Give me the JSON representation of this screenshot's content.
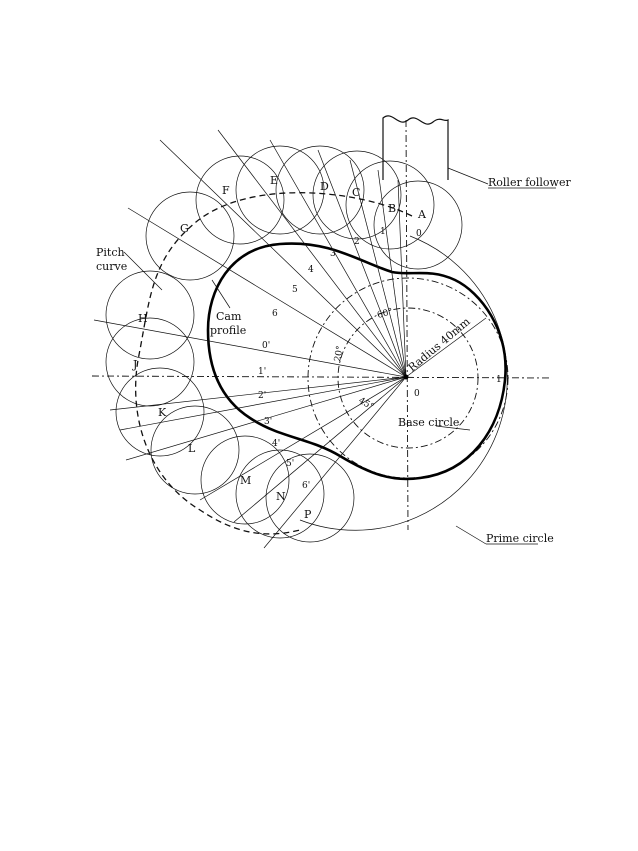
{
  "labels": {
    "roller_follower": "Roller follower",
    "pitch_curve_1": "Pitch",
    "pitch_curve_2": "curve",
    "cam_profile_1": "Cam",
    "cam_profile_2": "profile",
    "radius": "Radius 40mm",
    "base_circle": "Base circle",
    "prime_circle": "Prime circle",
    "angle_60": "60°",
    "angle_20": "20°",
    "angle_45": "45°"
  },
  "roller_letters": [
    "A",
    "B",
    "C",
    "D",
    "E",
    "F",
    "G",
    "H",
    "J",
    "K",
    "L",
    "M",
    "N",
    "P"
  ],
  "rise_numbers": [
    "0",
    "1",
    "2",
    "3",
    "4",
    "5",
    "6"
  ],
  "return_numbers": [
    "0'",
    "1'",
    "2'",
    "3'",
    "4'",
    "5'",
    "6'"
  ],
  "axis_marks": {
    "right": "1",
    "bottom": "0"
  }
}
